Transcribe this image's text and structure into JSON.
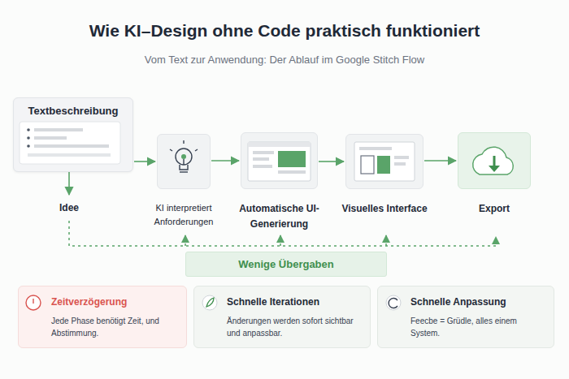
{
  "diagram": {
    "title": "Wie KI–Design ohne Code praktisch funktioniert",
    "caption": "Vom Text zur Anwendung: Der Ablauf im Google Stitch Flow",
    "nodes": [
      {
        "text": [
          "Textbeschreibung"
        ]
      },
      {
        "text": [
          "KI interpretiert Anforderungen"
        ]
      },
      {
        "text": [
          "Automatische UI-Generierung"
        ]
      },
      {
        "text": [
          "Visuelles Interface"
        ]
      },
      {
        "text": [
          "Export"
        ]
      },
      {
        "text": [
          "Wenige Übergaben"
        ]
      },
      {
        "text": [
          "Zeitverzögerung",
          "Jede Phase benötigt Zeit, und Abstimmung."
        ]
      },
      {
        "text": [
          "Schnelle Iterationen",
          "Änderungen werden sofort sichtbar und anpassbar."
        ]
      },
      {
        "text": [
          "Schnelle Anpassung",
          "Feecbe = Grüdle, alles einem System."
        ]
      }
    ],
    "edges": [
      {
        "from": 0,
        "to": 1,
        "arrow": "to"
      },
      {
        "from": 1,
        "to": 2,
        "arrow": "to"
      },
      {
        "from": 2,
        "to": 3,
        "arrow": "to"
      },
      {
        "from": 3,
        "to": 4,
        "arrow": "to"
      }
    ],
    "labels": [
      "Idee"
    ]
  }
}
